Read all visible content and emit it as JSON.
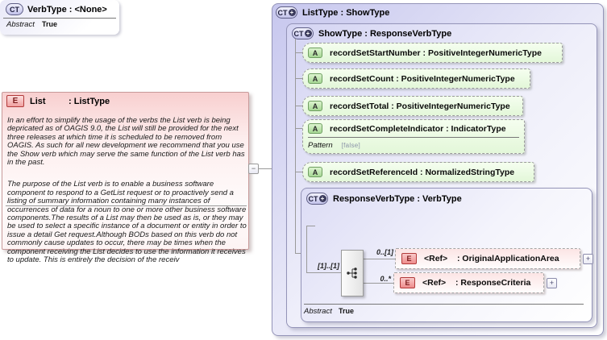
{
  "icons": {
    "complex_type": "CT",
    "plus_badge": "+",
    "attribute": "A",
    "element": "E",
    "expand": "+",
    "collapse": "−"
  },
  "colors": {
    "complex_type_fill": "#c7c7ee",
    "attribute_fill": "#e9f9de",
    "element_fill": "#fce4e4",
    "annotation_fill": "#f8cfcf"
  },
  "annotation": {
    "name": "List",
    "type": ": ListType",
    "paragraph1": "In an effort to simplify the usage of the verbs the List verb is being depricated as of OAGIS 9.0, the List will still be provided for the next three releases at which time it is scheduled to be removed from OAGIS.  As such for all new development we recommend that you use the Show verb which may serve the same function of the List verb has in the past.",
    "paragraph2": "The purpose of the List verb is to enable a business software component to respond to a GetList request or to proactively send a listing of summary information containing many instances of occurrences of data for a noun to one or more other business software components.The results of a List may then be used as is, or they may be used to select a specific instance of a document or entity in order to issue a detail Get request.Although BODs based on this verb do not commonly cause updates to occur, there may be times when the component receiving the List decides to use the information it receives to update.  This is entirely the decision of the receiv"
  },
  "listtype_box": {
    "title": "ListType : ShowType"
  },
  "showtype_box": {
    "title": "ShowType : ResponseVerbType"
  },
  "attributes": [
    {
      "label": "recordSetStartNumber : PositiveIntegerNumericType"
    },
    {
      "label": "recordSetCount : PositiveIntegerNumericType"
    },
    {
      "label": "recordSetTotal : PositiveIntegerNumericType"
    },
    {
      "label": "recordSetCompleteIndicator : IndicatorType",
      "facet_name": "Pattern",
      "facet_value": "[false]"
    },
    {
      "label": "recordSetReferenceId : NormalizedStringType"
    }
  ],
  "responseverb_box": {
    "title": "ResponseVerbType : VerbType",
    "cardinality": "[1]..[1]",
    "abstract_label": "Abstract",
    "abstract_value": "True"
  },
  "verbtype_box": {
    "title": "VerbType : <None>",
    "abstract_label": "Abstract",
    "abstract_value": "True"
  },
  "refs": [
    {
      "cardinality": "0..[1]",
      "name": "<Ref>",
      "type": ": OriginalApplicationArea"
    },
    {
      "cardinality": "0..*",
      "name": "<Ref>",
      "type": ": ResponseCriteria"
    }
  ]
}
